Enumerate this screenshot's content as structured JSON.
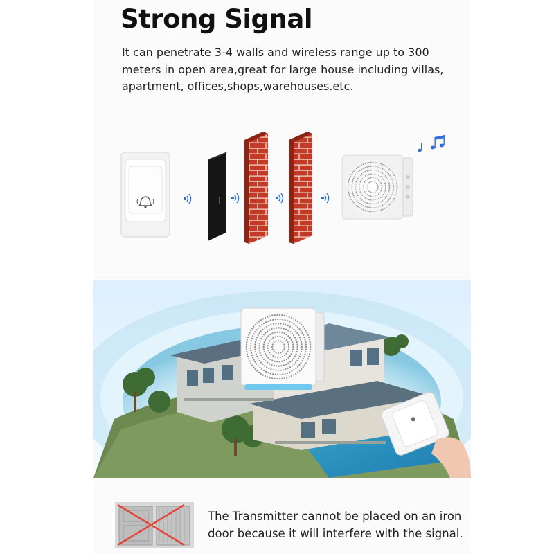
{
  "header": {
    "title": "Strong Signal",
    "description": "It can penetrate 3-4 walls and wireless range up to 300 meters in open area,great for large house including villas, apartment, offices,shops,warehouses.etc."
  },
  "diagram": {
    "items": [
      {
        "name": "transmitter-button",
        "icon": "bell-icon"
      },
      {
        "name": "signal-waves",
        "icon": "wifi-waves-icon"
      },
      {
        "name": "door-panel"
      },
      {
        "name": "brick-wall"
      },
      {
        "name": "brick-wall"
      },
      {
        "name": "receiver-speaker",
        "icon": "music-notes-icon"
      }
    ]
  },
  "note": {
    "text": "The Transmitter cannot be placed on an iron door because it will interfere with the signal."
  },
  "colors": {
    "brick": "#c43a26",
    "mortar": "#e9c7b8",
    "signal": "#2f6fd6",
    "coverage": "#7fc6df",
    "cross": "#e3443a"
  }
}
